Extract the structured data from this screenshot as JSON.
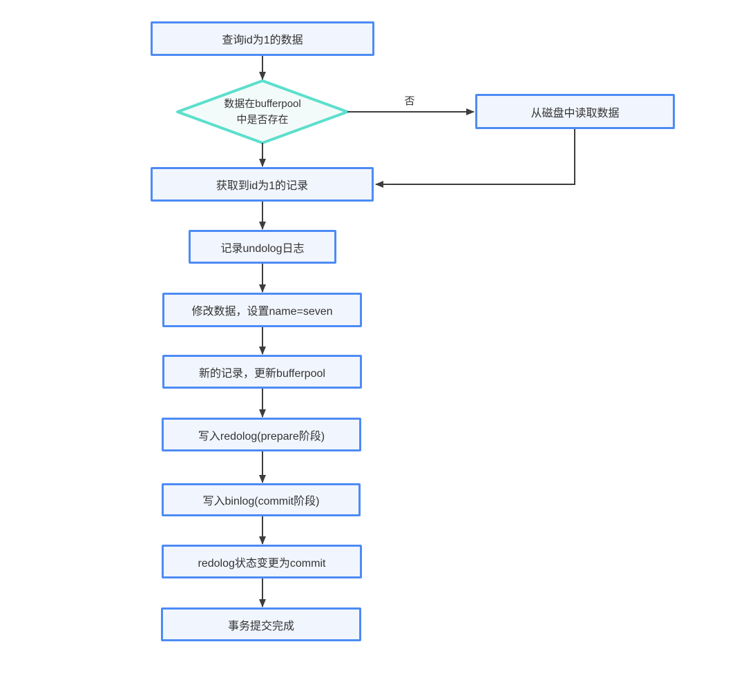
{
  "diagram": {
    "type": "flowchart",
    "colors": {
      "process_border": "#4C8BF5",
      "process_fill": "#F1F5FD",
      "decision_border": "#5CDFCC",
      "decision_fill": "#F3FBFA",
      "connector": "#3D3D3D",
      "text": "#333333",
      "background": "#ffffff"
    },
    "nodes": {
      "start": {
        "label": "查询id为1的数据"
      },
      "decision": {
        "line1": "数据在bufferpool",
        "line2": "中是否存在"
      },
      "read_disk": {
        "label": "从磁盘中读取数据"
      },
      "get_record": {
        "label": "获取到id为1的记录"
      },
      "undolog": {
        "label": "记录undolog日志"
      },
      "modify": {
        "label": "修改数据，设置name=seven"
      },
      "update_bufferpool": {
        "label": "新的记录，更新bufferpool"
      },
      "redolog_prepare": {
        "label": "写入redolog(prepare阶段)"
      },
      "binlog_commit": {
        "label": "写入binlog(commit阶段)"
      },
      "redolog_commit": {
        "label": "redolog状态变更为commit"
      },
      "done": {
        "label": "事务提交完成"
      }
    },
    "edge_labels": {
      "decision_no": "否"
    }
  }
}
